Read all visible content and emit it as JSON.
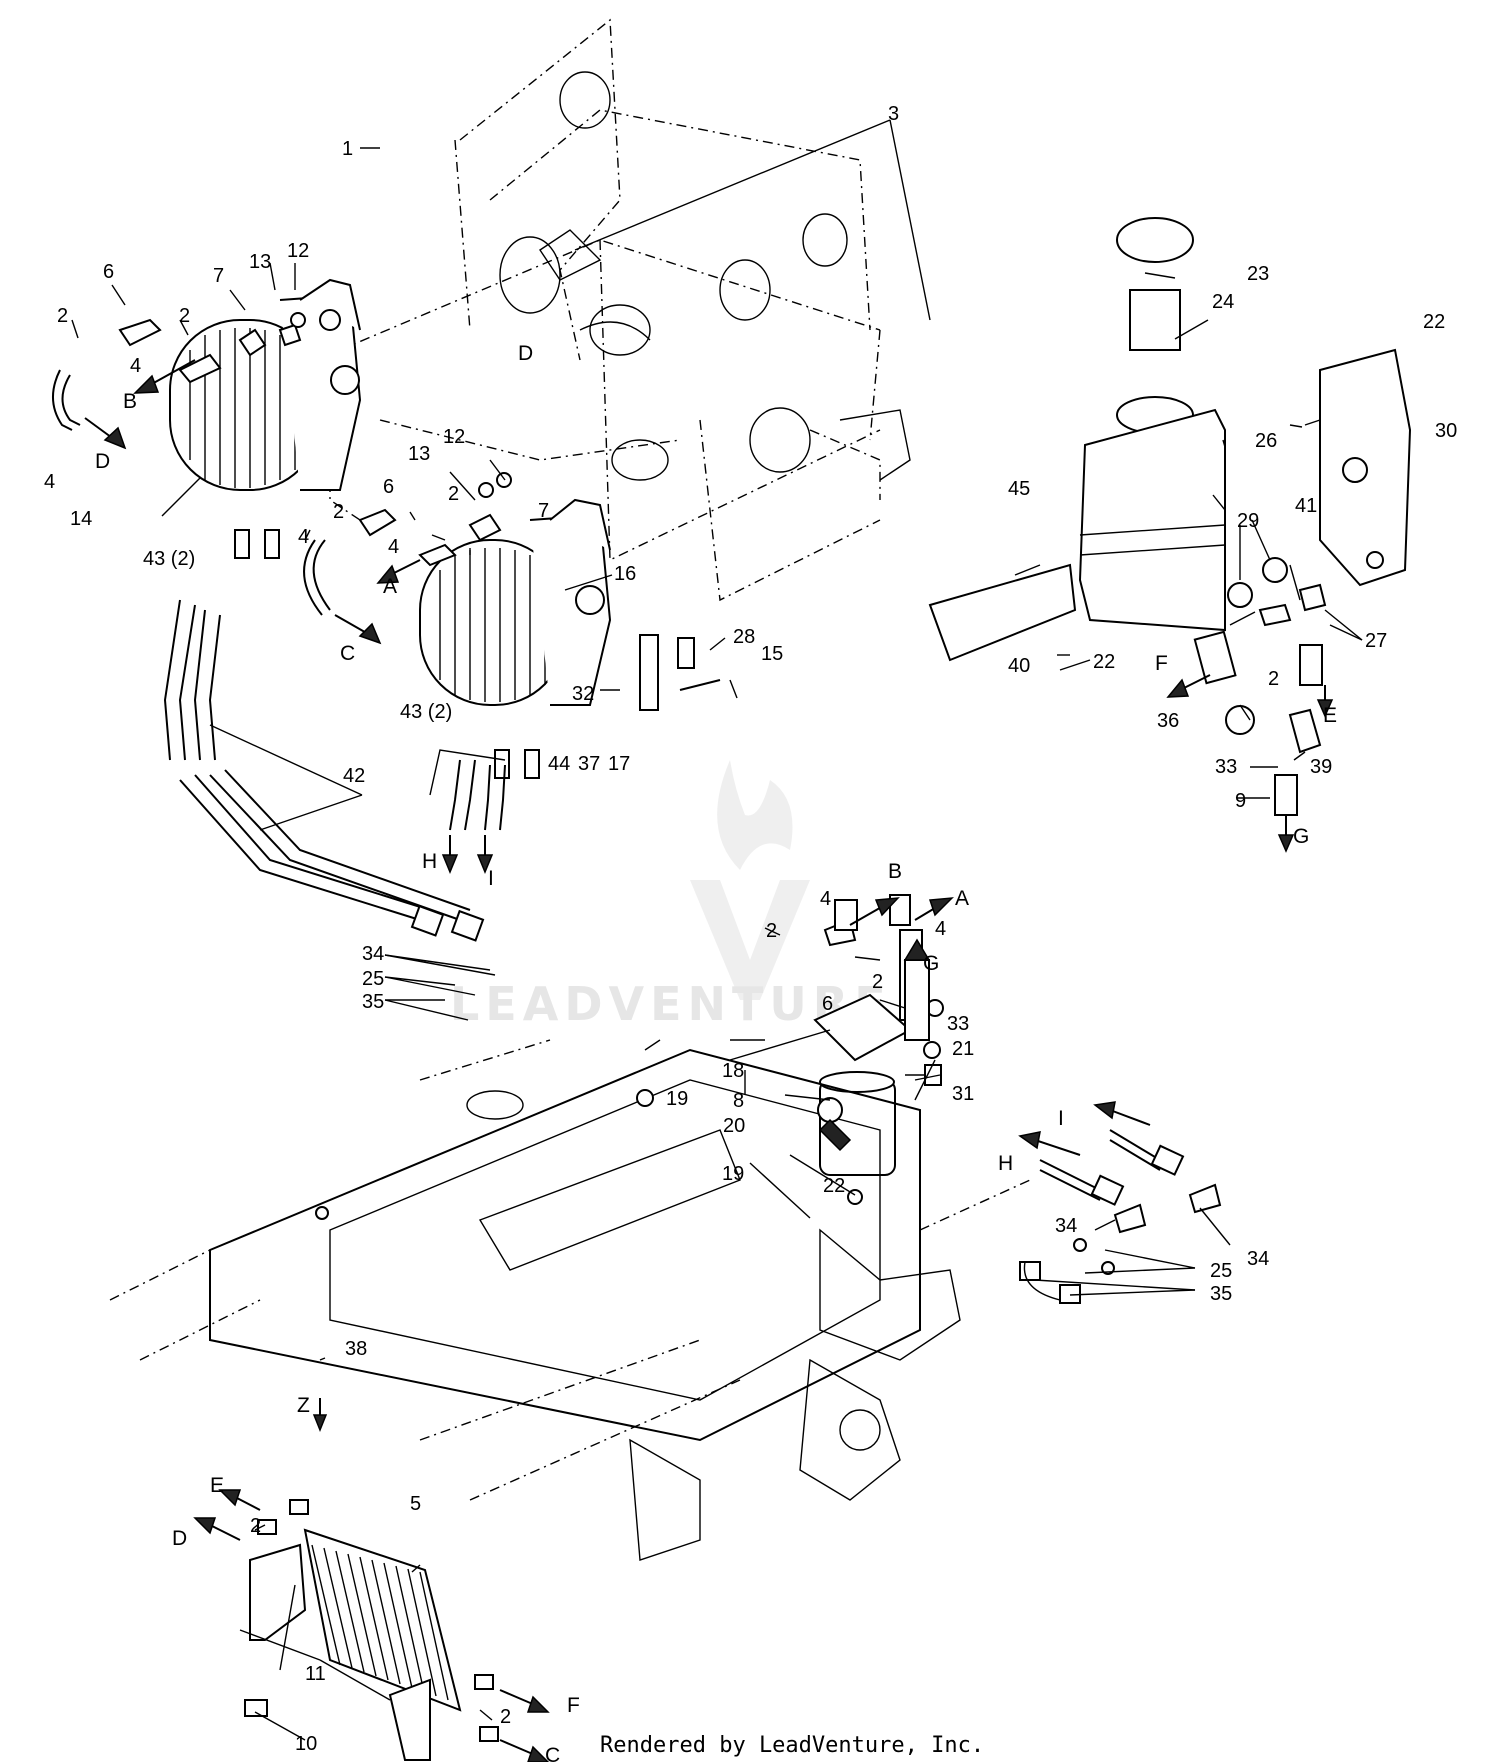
{
  "credit": "Rendered by LeadVenture, Inc.",
  "watermark": "LEADVENTURE",
  "callouts": [
    {
      "id": "c1",
      "text": "1"
    },
    {
      "id": "c2",
      "text": "2"
    },
    {
      "id": "c3",
      "text": "3"
    },
    {
      "id": "c4",
      "text": "4"
    },
    {
      "id": "c5",
      "text": "5"
    },
    {
      "id": "c6",
      "text": "6"
    },
    {
      "id": "c7",
      "text": "7"
    },
    {
      "id": "c8",
      "text": "8"
    },
    {
      "id": "c9",
      "text": "9"
    },
    {
      "id": "c10",
      "text": "10"
    },
    {
      "id": "c11",
      "text": "11"
    },
    {
      "id": "c12",
      "text": "12"
    },
    {
      "id": "c13",
      "text": "13"
    },
    {
      "id": "c14",
      "text": "14"
    },
    {
      "id": "c15",
      "text": "15"
    },
    {
      "id": "c16",
      "text": "16"
    },
    {
      "id": "c17",
      "text": "17"
    },
    {
      "id": "c18",
      "text": "18"
    },
    {
      "id": "c19",
      "text": "19"
    },
    {
      "id": "c20",
      "text": "20"
    },
    {
      "id": "c21",
      "text": "21"
    },
    {
      "id": "c22",
      "text": "22"
    },
    {
      "id": "c23",
      "text": "23"
    },
    {
      "id": "c24",
      "text": "24"
    },
    {
      "id": "c25",
      "text": "25"
    },
    {
      "id": "c26",
      "text": "26"
    },
    {
      "id": "c27",
      "text": "27"
    },
    {
      "id": "c28",
      "text": "28"
    },
    {
      "id": "c29",
      "text": "29"
    },
    {
      "id": "c30",
      "text": "30"
    },
    {
      "id": "c31",
      "text": "31"
    },
    {
      "id": "c32",
      "text": "32"
    },
    {
      "id": "c33",
      "text": "33"
    },
    {
      "id": "c34",
      "text": "34"
    },
    {
      "id": "c35",
      "text": "35"
    },
    {
      "id": "c36",
      "text": "36"
    },
    {
      "id": "c37",
      "text": "37"
    },
    {
      "id": "c38",
      "text": "38"
    },
    {
      "id": "c39",
      "text": "39"
    },
    {
      "id": "c40",
      "text": "40"
    },
    {
      "id": "c41",
      "text": "41"
    },
    {
      "id": "c42",
      "text": "42"
    },
    {
      "id": "c43",
      "text": "43 (2)"
    },
    {
      "id": "c44",
      "text": "44"
    },
    {
      "id": "c45",
      "text": "45"
    }
  ],
  "directions": [
    "A",
    "B",
    "C",
    "D",
    "E",
    "F",
    "G",
    "H",
    "I",
    "Z"
  ]
}
